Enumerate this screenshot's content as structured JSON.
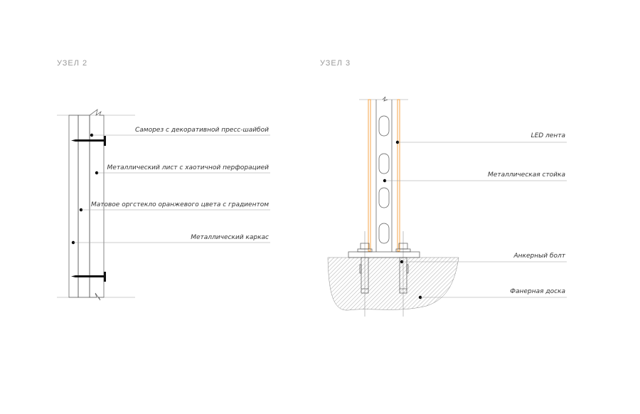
{
  "node2": {
    "title": "УЗЕЛ 2",
    "labels": [
      "Саморез с декоративной пресс-шайбой",
      "Металлический лист с хаотичной перфорацией",
      "Матовое оргстекло оранжевого цвета с градиентом",
      "Металлический каркас"
    ]
  },
  "node3": {
    "title": "УЗЕЛ 3",
    "labels": [
      "LED лента",
      "Металлическая стойка",
      "Анкерный болт",
      "Фанерная доска"
    ]
  },
  "colors": {
    "led": "#f4a54a",
    "line": "#555555",
    "title": "#9a9a9a"
  }
}
